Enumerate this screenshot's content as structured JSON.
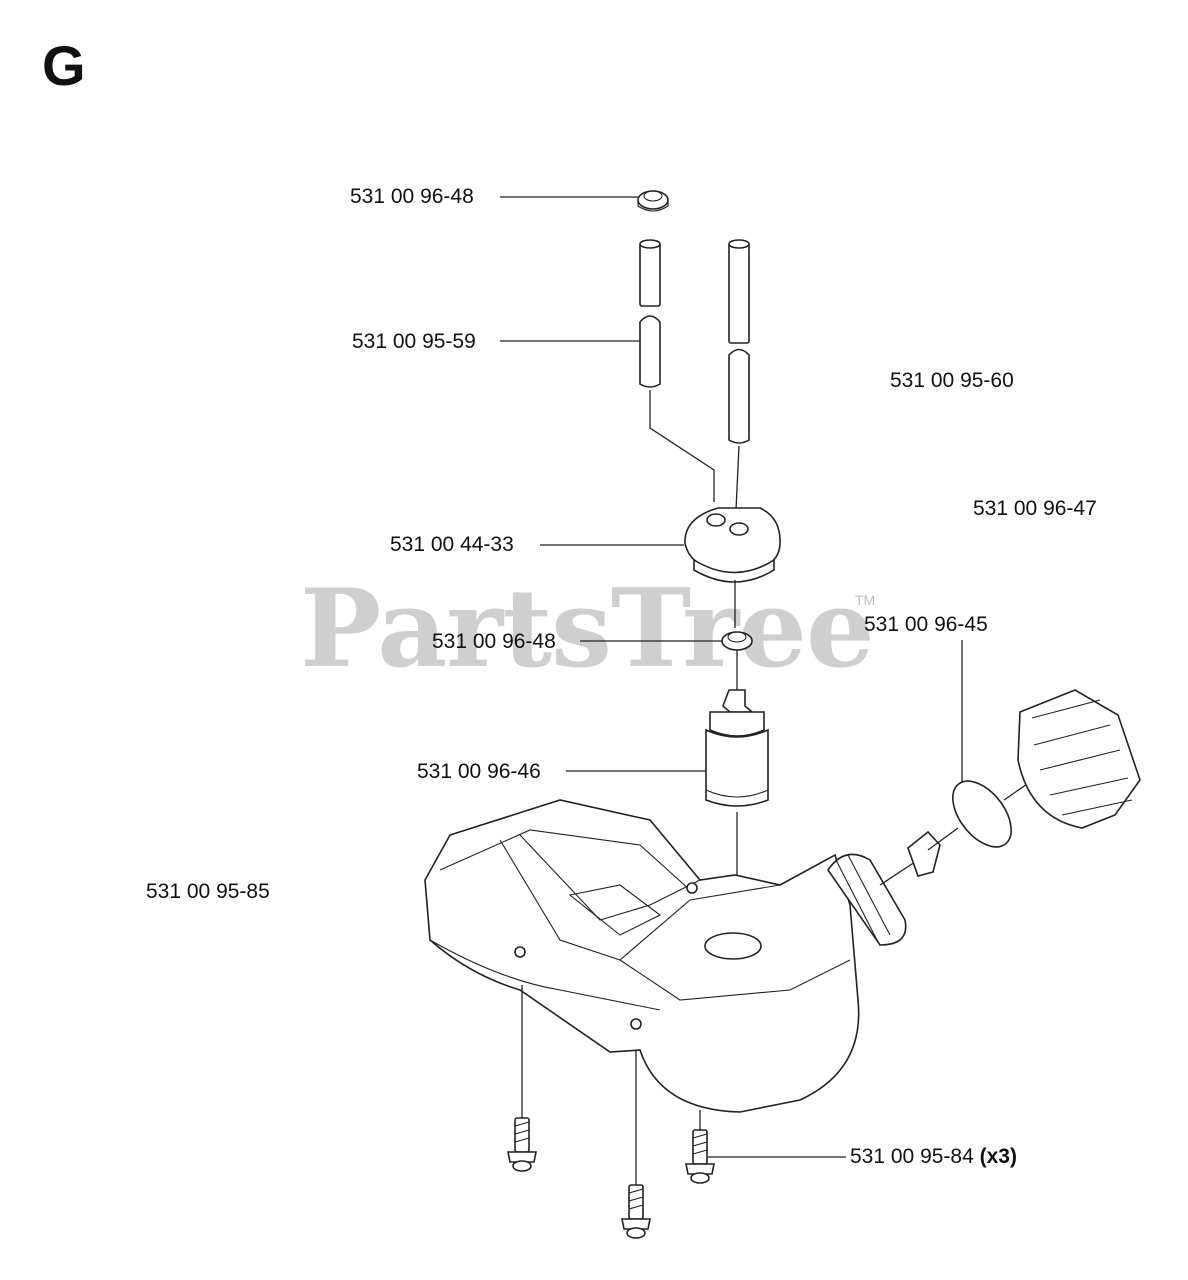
{
  "section": "G",
  "watermark": {
    "text": "PartsTree",
    "tm": "TM"
  },
  "parts": [
    {
      "id": "fuel-hose-washer-top",
      "number": "531 00 96-48"
    },
    {
      "id": "fuel-hose-short",
      "number": "531 00 95-59"
    },
    {
      "id": "fuel-hose-long",
      "number": "531 00 95-60"
    },
    {
      "id": "extra-part",
      "number": "531 00 96-47"
    },
    {
      "id": "grommet",
      "number": "531 00 44-33"
    },
    {
      "id": "fuel-hose-washer-mid",
      "number": "531 00 96-48"
    },
    {
      "id": "cap-gasket",
      "number": "531 00 96-45"
    },
    {
      "id": "fuel-filter",
      "number": "531 00 96-46"
    },
    {
      "id": "fuel-tank",
      "number": "531 00 95-85"
    },
    {
      "id": "screw",
      "number": "531 00 95-84",
      "qty": "(x3)"
    }
  ]
}
